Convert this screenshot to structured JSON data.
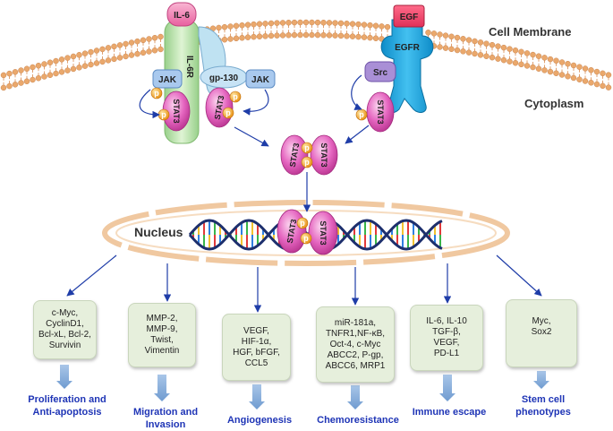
{
  "labels": {
    "cell_membrane": "Cell Membrane",
    "cytoplasm": "Cytoplasm",
    "nucleus": "Nucleus"
  },
  "proteins": {
    "il6": "IL-6",
    "il6r": "IL-6R",
    "gp130": "gp-130",
    "jak": "JAK",
    "egf": "EGF",
    "egfr": "EGFR",
    "src": "Src",
    "stat3": "STAT3",
    "p": "p"
  },
  "targets": [
    {
      "lines": [
        "c-Myc,",
        "CyclinD1,",
        "Bcl-xL, Bcl-2,",
        "Survivin"
      ]
    },
    {
      "lines": [
        "MMP-2,",
        "MMP-9,",
        "Twist,",
        "Vimentin"
      ]
    },
    {
      "lines": [
        "VEGF,",
        "HIF-1α,",
        "HGF, bFGF,",
        "CCL5"
      ]
    },
    {
      "lines": [
        "miR-181a,",
        "TNFR1,NF-κB,",
        "Oct-4, c-Myc",
        "ABCC2, P-gp,",
        "ABCC6, MRP1"
      ]
    },
    {
      "lines": [
        "IL-6, IL-10",
        "TGF-β,",
        "VEGF,",
        "PD-L1"
      ]
    },
    {
      "lines": [
        "Myc,",
        "Sox2"
      ]
    }
  ],
  "outcomes": [
    {
      "lines": [
        "Proliferation and",
        "Anti-apoptosis"
      ]
    },
    {
      "lines": [
        "Migration and",
        "Invasion"
      ]
    },
    {
      "lines": [
        "Angiogenesis"
      ]
    },
    {
      "lines": [
        "Chemoresistance"
      ]
    },
    {
      "lines": [
        "Immune escape"
      ]
    },
    {
      "lines": [
        "Stem cell",
        "phenotypes"
      ]
    }
  ],
  "colors": {
    "stat3": "#e060b8",
    "phospho": "#f0a020",
    "jak": "#a9c9ee",
    "src": "#a98fd6",
    "egf_receptor": "#1ea3dc",
    "il6": "#f07ab0",
    "il6r": "#b9e3a8",
    "membrane_head": "#e8a468",
    "outcome_text": "#1f35b6",
    "box_fill": "#e6efdc",
    "down_arrow": "#8eb4dd"
  }
}
